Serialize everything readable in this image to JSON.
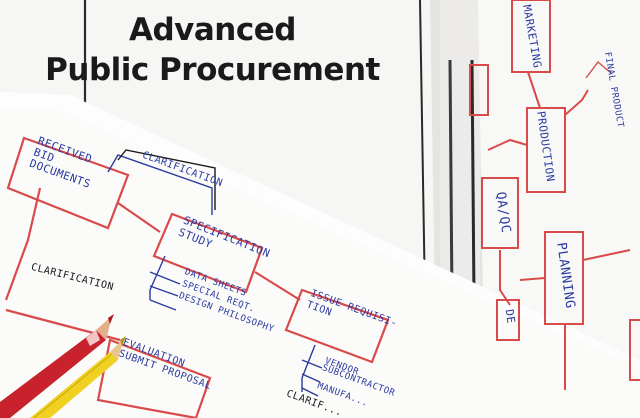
{
  "booklet": {
    "title_line1": "Advanced",
    "title_line2": "Public Procurement"
  },
  "flowchart_front": {
    "received": "RECEIVED\nBID\nDOCUMENTS",
    "clarification_top": "CLARIFICATION",
    "specification": "SPECIFICATION\nSTUDY",
    "spec_notes": [
      "DATA SHEETS",
      "SPECIAL REQT.",
      "DESIGN PHILOSOPHY"
    ],
    "clarification_left": "CLARIFICATION",
    "issue": "ISSUE REQUISI-\nTION",
    "issue_notes": [
      "VENDOR",
      "SUBCONTRACTOR",
      "MANUFA..."
    ],
    "evaluation": "EVALUATION\nSUBMIT PROPOSAL",
    "clarification_bottom": "CLARIF..."
  },
  "flowchart_back": {
    "marketing": "MARKETING",
    "final_product": "FINAL PRODUCT",
    "production": "PRODUCTION",
    "qa_qc": "QA/QC",
    "planning": "PLANNING",
    "de": "DE"
  },
  "colors": {
    "paper": "#f7f7f5",
    "marker_red": "#d94a4a",
    "pen_blue": "#2a3aa0",
    "pencil_red": "#c8232c",
    "pencil_yellow": "#f0d020"
  }
}
